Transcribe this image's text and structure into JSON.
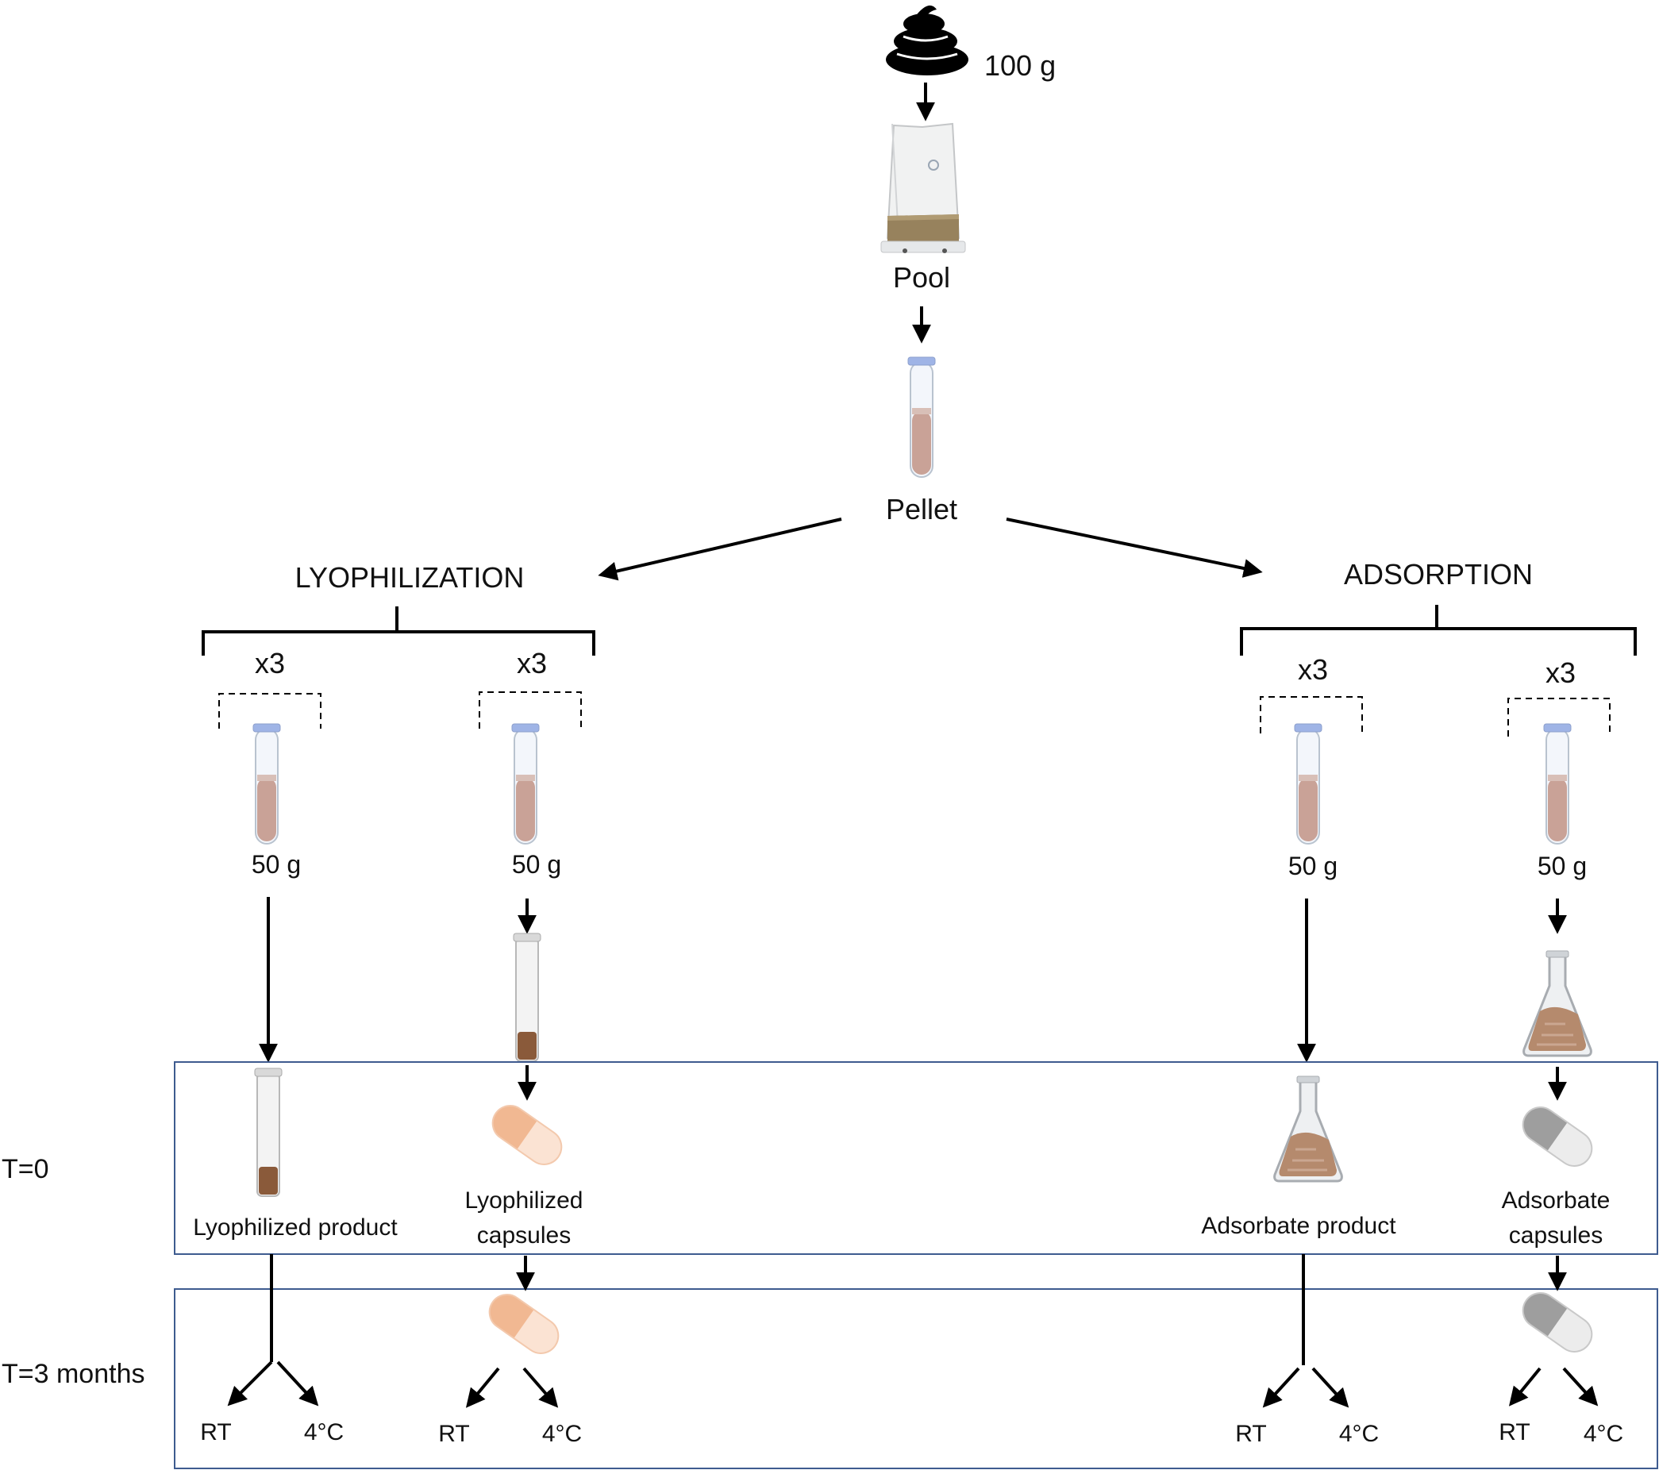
{
  "source": {
    "amount": "100 g"
  },
  "pool_label": "Pool",
  "pellet_label": "Pellet",
  "methods": {
    "lyophilization": "LYOPHILIZATION",
    "adsorption": "ADSORPTION"
  },
  "replicates": {
    "lyo_product": "x3",
    "lyo_capsules": "x3",
    "ads_product": "x3",
    "ads_capsules": "x3"
  },
  "aliquots": {
    "lyo_product": "50 g",
    "lyo_capsules": "50 g",
    "ads_product": "50 g",
    "ads_capsules": "50 g"
  },
  "timepoints": {
    "t0": "T=0",
    "t3": "T=3 months"
  },
  "products": {
    "lyo_product": "Lyophilized product",
    "lyo_capsules_1": "Lyophilized",
    "lyo_capsules_2": "capsules",
    "ads_product": "Adsorbate  product",
    "ads_capsules_1": "Adsorbate",
    "ads_capsules_2": "capsules"
  },
  "storage": {
    "rt": "RT",
    "cold": "4°C"
  },
  "colors": {
    "stool": "#000000",
    "pellet_liquid": "#c9a297",
    "tube_cap": "#9fb4e6",
    "lyophilized_powder": "#8a5a3a",
    "lyo_capsule": "#f1c2a4",
    "ads_capsule": "#9e9e9e",
    "box_border": "#3e5b8f"
  },
  "icons": [
    "stool-icon",
    "stomacher-bag-icon",
    "test-tube-icon",
    "lyophilized-tube-icon",
    "capsule-icon",
    "erlenmeyer-flask-icon"
  ]
}
